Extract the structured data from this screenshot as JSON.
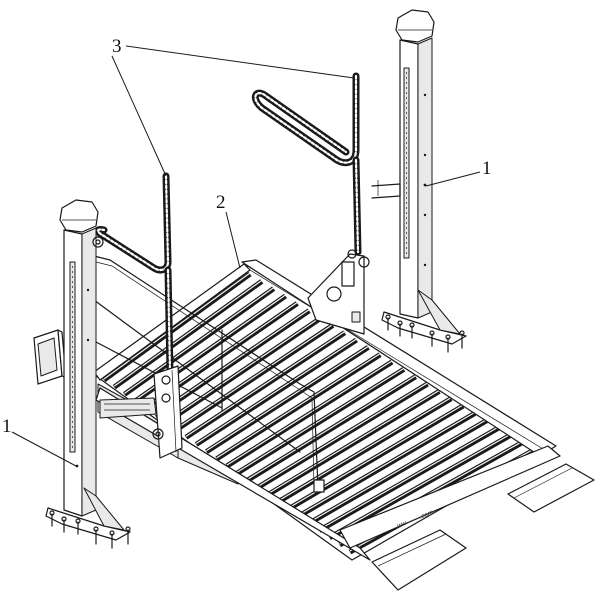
{
  "callouts": {
    "chain": "3",
    "platform": "2",
    "post_right": "1",
    "post_left": "1"
  },
  "colors": {
    "ink": "#1a1a1a",
    "background": "#ffffff"
  }
}
